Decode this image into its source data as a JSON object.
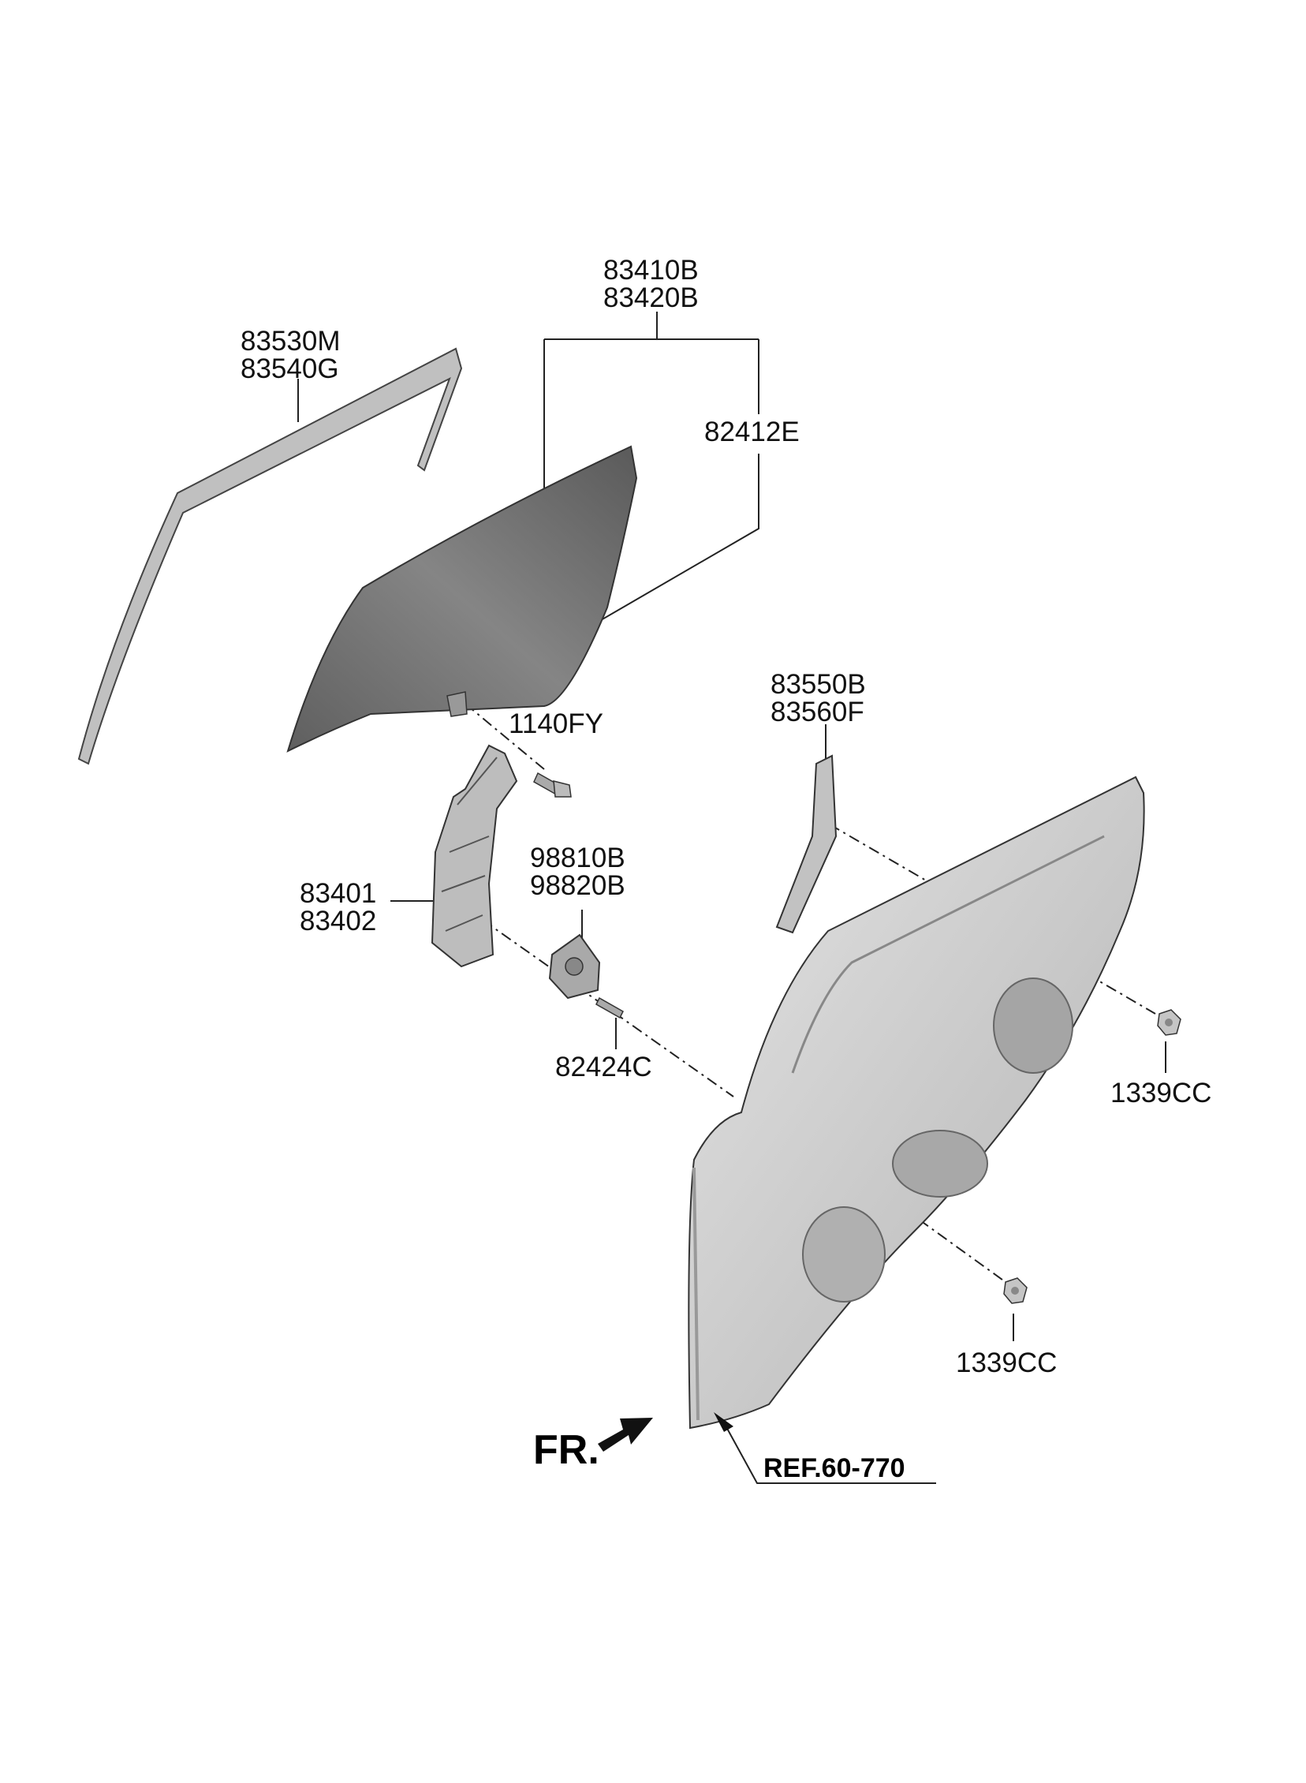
{
  "labels": {
    "glass_top": "83410B",
    "glass_bottom": "83420B",
    "run_top": "83530M",
    "run_bottom": "83540G",
    "channel": "82412E",
    "bolt": "1140FY",
    "guide_top": "83550B",
    "guide_bottom": "83560F",
    "regulator_top": "83401",
    "regulator_bottom": "83402",
    "motor_top": "98810B",
    "motor_bottom": "98820B",
    "screw": "82424C",
    "nut_upper": "1339CC",
    "nut_lower": "1339CC"
  },
  "front_marker": "FR.",
  "reference": "REF.60-770",
  "colors": {
    "glass": "#6e6e6e",
    "panel": "#cfcfcf",
    "part": "#b9b9b9",
    "line": "#222222"
  }
}
